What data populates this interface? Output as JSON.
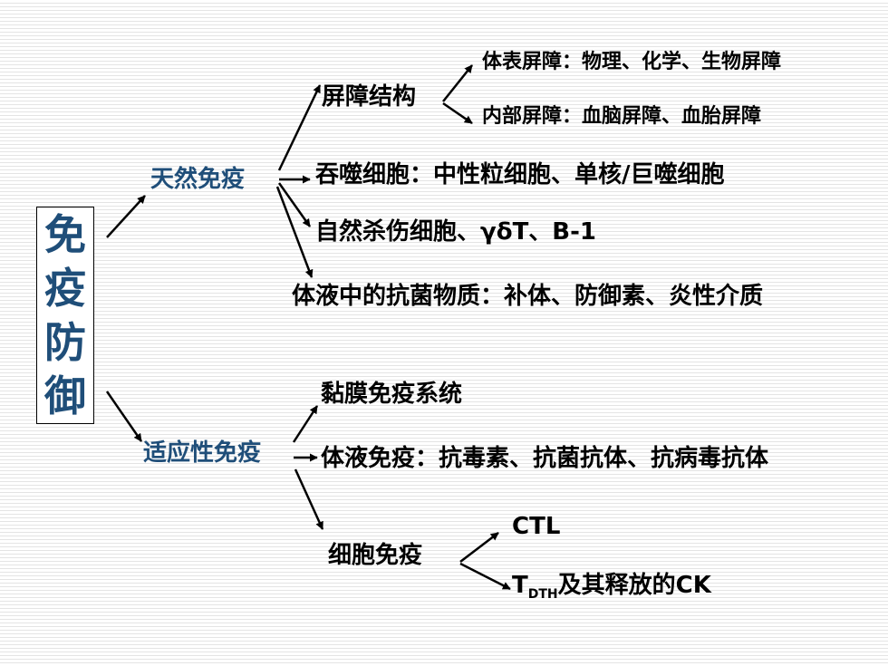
{
  "root_chars": [
    "免",
    "疫",
    "防",
    "御"
  ],
  "innate": {
    "title": "天然免疫",
    "barrier": {
      "title": "屏障结构",
      "surface": "体表屏障：物理、化学、生物屏障",
      "internal": "内部屏障：血脑屏障、血胎屏障"
    },
    "phagocytes": "吞噬细胞：中性粒细胞、单核/巨噬细胞",
    "nk": "自然杀伤细胞、γδT、B-1",
    "humoral_substances": "体液中的抗菌物质：补体、防御素、炎性介质"
  },
  "adaptive": {
    "title": "适应性免疫",
    "mucosal": "黏膜免疫系统",
    "humoral": "体液免疫：抗毒素、抗菌抗体、抗病毒抗体",
    "cellular": {
      "title": "细胞免疫",
      "ctl": "CTL",
      "tdth_main": "T",
      "tdth_sub": "DTH",
      "tdth_rest": "及其释放的CK"
    }
  }
}
